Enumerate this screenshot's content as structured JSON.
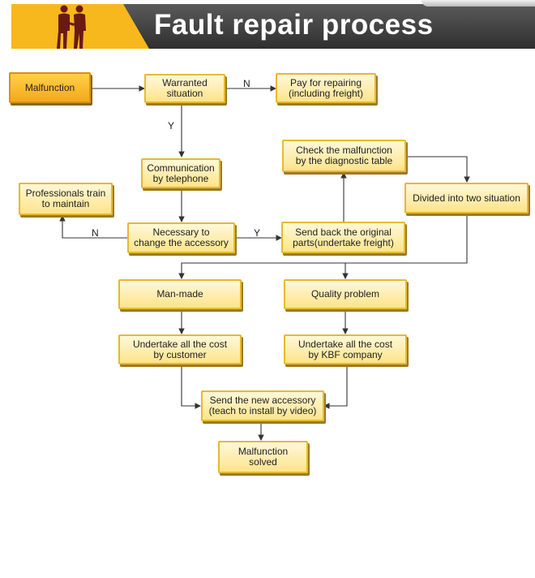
{
  "header": {
    "title": "Fault repair process",
    "icon": "business-people-icon",
    "colors": {
      "accent": "#f6b81c",
      "bar": "#3a3a3a"
    }
  },
  "nodes": {
    "malfunction": "Malfunction",
    "warranted": "Warranted\nsituation",
    "pay": "Pay for repairing\n(including freight)",
    "telephone": "Communication\nby telephone",
    "check": "Check the malfunction\nby the diagnostic table",
    "divided": "Divided into two situation",
    "professionals": "Professionals train\nto maintain",
    "necessary": "Necessary to\nchange the accessory",
    "sendback": "Send back the original\nparts(undertake freight)",
    "manmade": "Man-made",
    "quality": "Quality problem",
    "cost_customer": "Undertake all the cost\nby customer",
    "cost_kbf": "Undertake all the cost\nby KBF company",
    "send_new": "Send the new accessory\n(teach to install by video)",
    "solved": "Malfunction\nsolved"
  },
  "edge_labels": {
    "warranted_no": "N",
    "warranted_yes": "Y",
    "necessary_no": "N",
    "necessary_yes": "Y"
  },
  "colors": {
    "box_fill": "#fde48a",
    "box_border": "#e8b830",
    "start_fill": "#f3a91a",
    "line": "#333333"
  }
}
